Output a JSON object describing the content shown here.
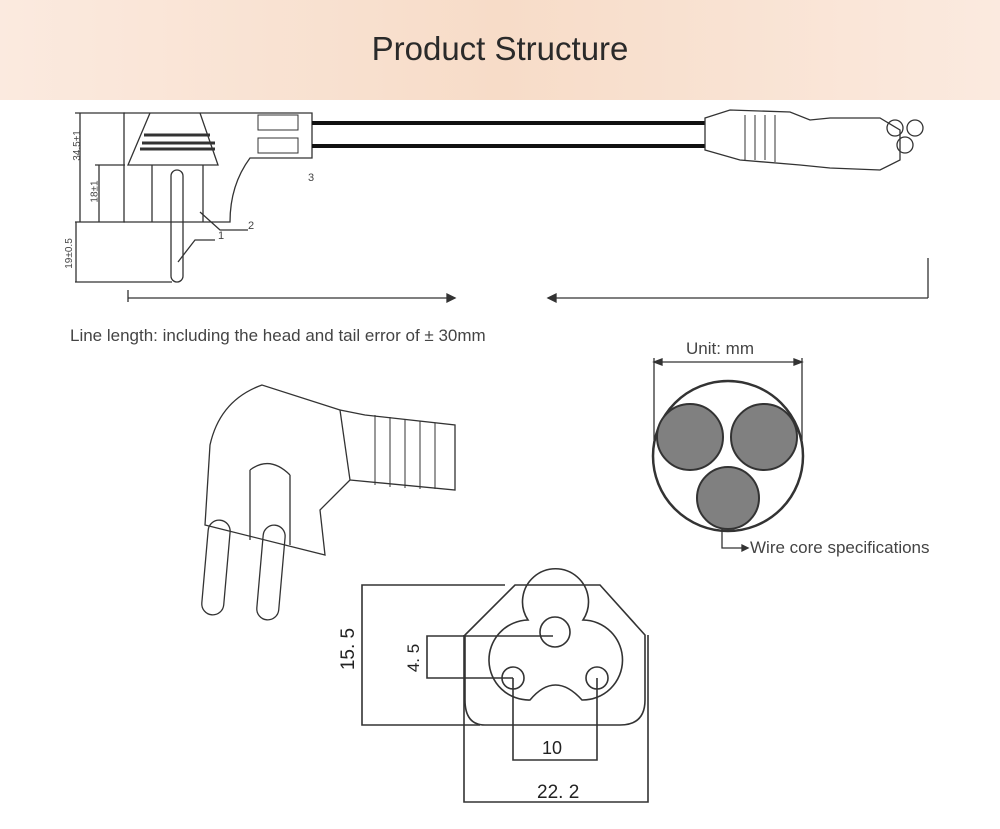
{
  "header": {
    "title": "Product Structure"
  },
  "drawing": {
    "dim_overall_height": "34.5±1",
    "dim_body_height": "18±1",
    "dim_pin_length": "19±0.5",
    "label_pin": "1",
    "label_body": "2",
    "label_cable": "3"
  },
  "line_length_note": "Line length: including the head and tail error of ± 30mm",
  "unit_label": "Unit: mm",
  "wire_core_label": "Wire core specifications",
  "connector_dims": {
    "height": "15. 5",
    "pin_offset": "4. 5",
    "pin_spacing": "10",
    "width": "22. 2"
  }
}
